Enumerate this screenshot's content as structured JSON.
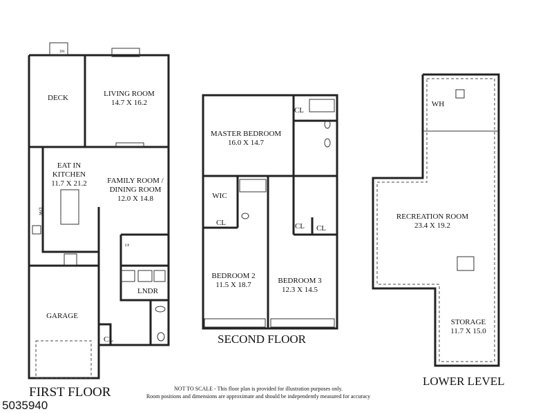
{
  "first_floor": {
    "title": "FIRST FLOOR",
    "rooms": [
      {
        "name": "DECK",
        "dims": ""
      },
      {
        "name": "LIVING ROOM",
        "dims": "14.7 X 16.2"
      },
      {
        "name": "EAT IN KITCHEN",
        "dims": "11.7 X 21.2"
      },
      {
        "name": "FAMILY ROOM / DINING ROOM",
        "dims": "12.0 X 14.8"
      },
      {
        "name": "LNDR",
        "dims": ""
      },
      {
        "name": "GARAGE",
        "dims": ""
      },
      {
        "name": "CL",
        "dims": ""
      }
    ],
    "fixture_labels": {
      "dw": "DW",
      "dn": "DN",
      "up": "UP"
    }
  },
  "second_floor": {
    "title": "SECOND FLOOR",
    "rooms": [
      {
        "name": "MASTER BEDROOM",
        "dims": "16.0 X 14.7"
      },
      {
        "name": "WIC",
        "dims": ""
      },
      {
        "name": "BEDROOM 2",
        "dims": "11.5 X 18.7"
      },
      {
        "name": "BEDROOM 3",
        "dims": "12.3 X 14.5"
      },
      {
        "name": "CL",
        "dims": ""
      },
      {
        "name": "CL",
        "dims": ""
      },
      {
        "name": "CL",
        "dims": ""
      },
      {
        "name": "CL",
        "dims": ""
      }
    ]
  },
  "lower_level": {
    "title": "LOWER LEVEL",
    "rooms": [
      {
        "name": "WH",
        "dims": ""
      },
      {
        "name": "RECREATION ROOM",
        "dims": "23.4 X 19.2"
      },
      {
        "name": "STORAGE",
        "dims": "11.7 X 15.0"
      }
    ]
  },
  "disclaimer": {
    "line1": "NOT TO SCALE - This floor plan is provided for illustration purposes only.",
    "line2": "Room positions and dimensions are approximate and should be independently measured for accuracy"
  },
  "listing_id": "5035940"
}
